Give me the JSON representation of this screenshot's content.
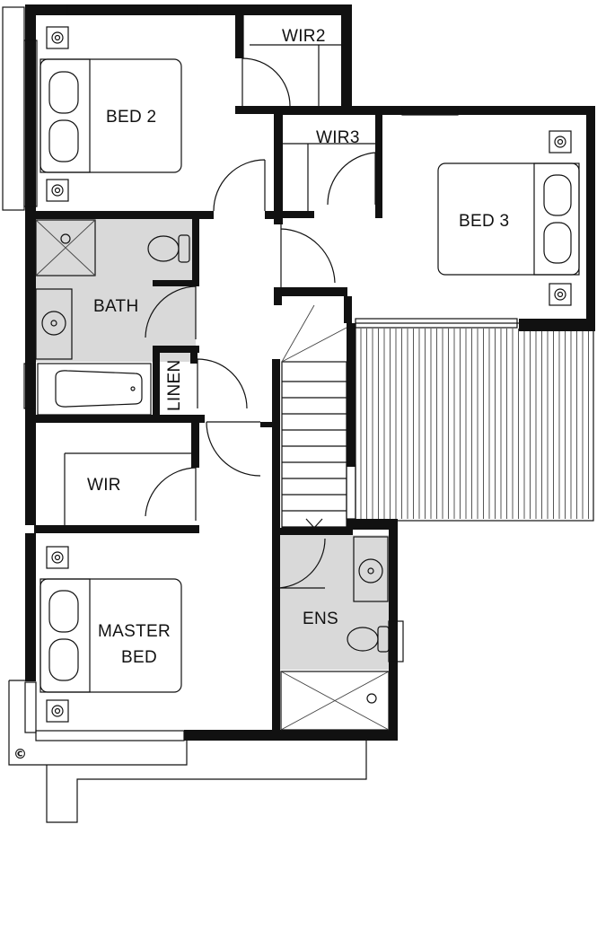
{
  "rooms": {
    "wir2": "WIR2",
    "bed2": "BED 2",
    "wir3": "WIR3",
    "bed3": "BED 3",
    "bath": "BATH",
    "linen": "LINEN",
    "wir": "WIR",
    "master_line1": "MASTER",
    "master_line2": "BED",
    "ens": "ENS"
  },
  "copyright": "©",
  "colors": {
    "wall": "#111111",
    "wet_area": "#d9d9d9",
    "background": "#ffffff"
  }
}
